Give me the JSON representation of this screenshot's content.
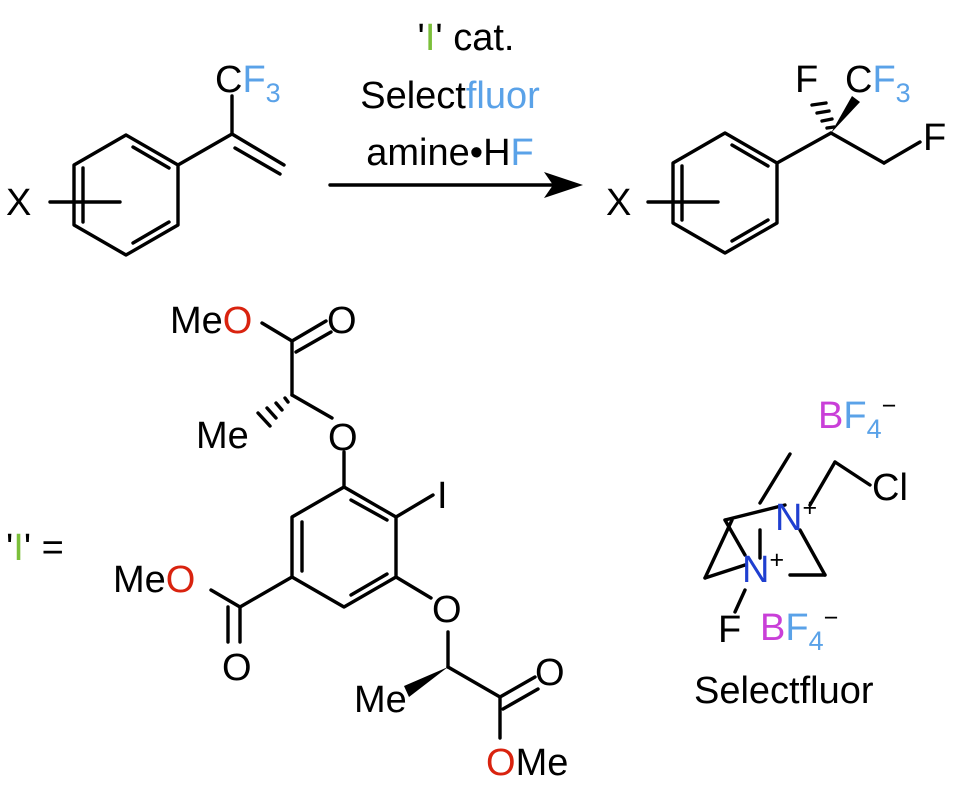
{
  "colors": {
    "carbon": "#000000",
    "oxygen": "#d9230f",
    "fluorine": "#5aa2e8",
    "iodine": "#7bbf3a",
    "chlorine": "#7bbf3a",
    "nitrogen": "#1f3fd0",
    "boron": "#c93fd8"
  },
  "reaction": {
    "catalyst": {
      "q1": "'",
      "symbol": "I",
      "q2": "'",
      "suffix": " cat."
    },
    "reagent": {
      "prefix": "Select",
      "suffix": "fluor"
    },
    "additive": {
      "prefix": "amine•H",
      "suffix": "F"
    }
  },
  "starting_material": {
    "x": "X",
    "cf3": {
      "c": "C",
      "f": "F",
      "sub": "3"
    }
  },
  "product": {
    "x": "X",
    "f_quaternary": "F",
    "cf3": {
      "c": "C",
      "f": "F",
      "sub": "3"
    },
    "f_primary": "F"
  },
  "catalyst_structure": {
    "label": {
      "q1": "'",
      "symbol": "I",
      "q2": "'",
      "equals": " ="
    },
    "top_ester": {
      "me": "Me",
      "o": "O",
      "carbonyl_o": "O"
    },
    "top_methyl": "Me",
    "top_ether_o": "O",
    "iodine": "I",
    "aryl_ester": {
      "me": "Me",
      "o": "O",
      "carbonyl_o": "O"
    },
    "bottom_ether_o": "O",
    "bottom_methyl": "Me",
    "bottom_ester": {
      "carbonyl_o": "O",
      "o": "O",
      "me": "Me"
    }
  },
  "selectfluor": {
    "bf4_top": {
      "b": "B",
      "f": "F",
      "sub": "4",
      "charge": "−"
    },
    "n_top": {
      "n": "N",
      "charge": "+"
    },
    "cl": "Cl",
    "n_bottom": {
      "n": "N",
      "charge": "+"
    },
    "f": "F",
    "bf4_bottom": {
      "b": "B",
      "f": "F",
      "sub": "4",
      "charge": "−"
    },
    "name": "Selectfluor"
  }
}
